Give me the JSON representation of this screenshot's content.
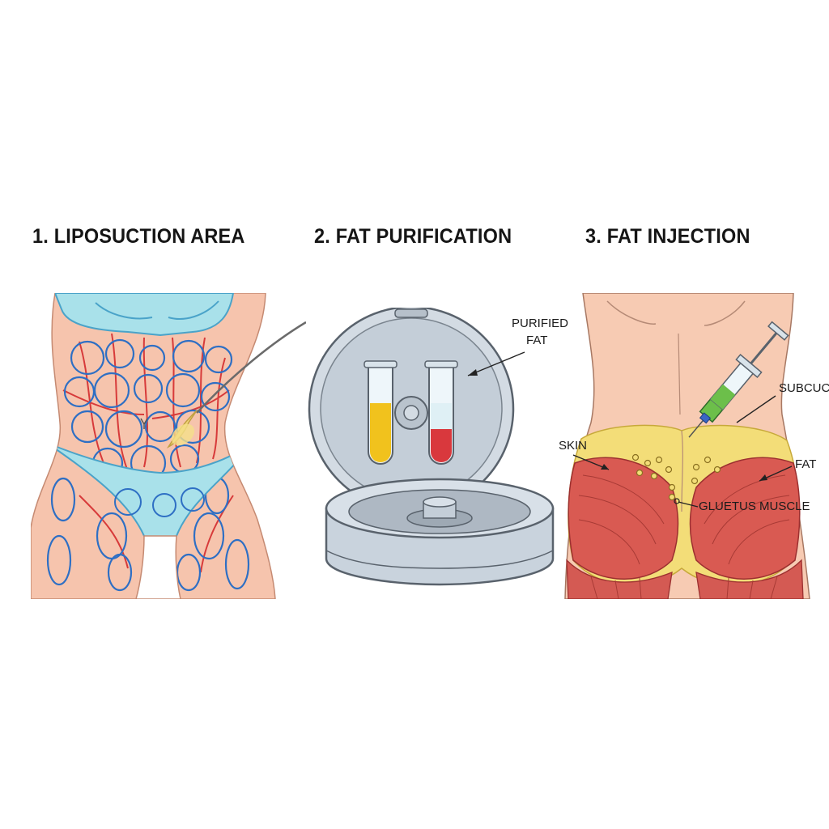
{
  "steps": [
    {
      "title": "1. LIPOSUCTION AREA"
    },
    {
      "title": "2. FAT PURIFICATION"
    },
    {
      "title": "3. FAT INJECTION"
    }
  ],
  "labels": {
    "purified_fat_line1": "PURIFIED",
    "purified_fat_line2": "FAT",
    "subcutaneous": "SUBCUC",
    "skin": "SKIN",
    "fat": "FAT",
    "gluteus_muscle": "GLUETUS MUSCLE"
  },
  "colors": {
    "skin": "#f6c4ad",
    "vessel_blue": "#2e6fc4",
    "vessel_red": "#d73a3a",
    "garment": "#a9e1ea",
    "fat_yellow": "#f3dd78",
    "muscle_red": "#d95a52",
    "centrifuge_gray": "#c9d3dd"
  }
}
